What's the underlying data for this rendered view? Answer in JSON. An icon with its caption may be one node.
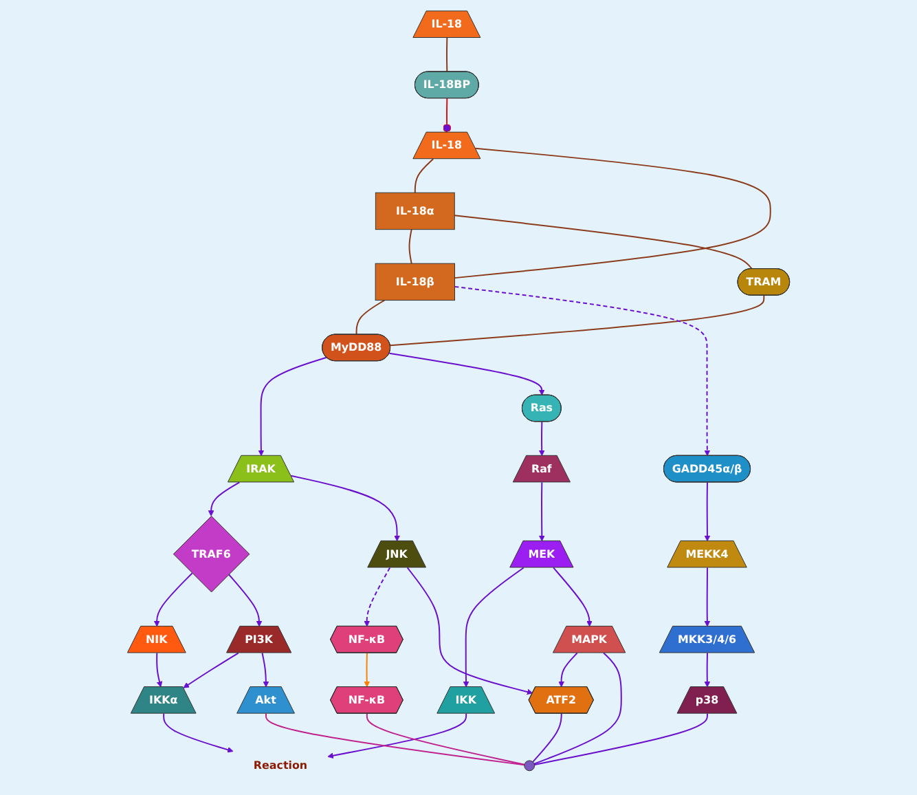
{
  "diagram": {
    "nodes": [
      {
        "text": [
          "IL-18"
        ]
      },
      {
        "text": [
          "IL-18"
        ]
      },
      {
        "text": [
          "IL-18BP"
        ]
      },
      {
        "text": [
          "IL-18α"
        ]
      },
      {
        "text": [
          "IL-18β"
        ]
      },
      {
        "text": [
          "TRAM"
        ]
      },
      {
        "text": [
          "MyDD88"
        ]
      },
      {
        "text": [
          "IRAK"
        ]
      },
      {
        "text": [
          "GADD45α/β"
        ]
      },
      {
        "text": [
          "TRAF6"
        ]
      },
      {
        "text": [
          "Ras"
        ]
      },
      {
        "text": [
          "NIK"
        ]
      },
      {
        "text": [
          "JNK"
        ]
      },
      {
        "text": [
          "Raf"
        ]
      },
      {
        "text": [
          "MEKK4"
        ]
      },
      {
        "text": [
          "PI3K"
        ]
      },
      {
        "text": [
          "IKKα"
        ]
      },
      {
        "text": [
          "NF-κB"
        ]
      },
      {
        "text": [
          "IKK"
        ]
      },
      {
        "text": [
          "MEK"
        ]
      },
      {
        "text": [
          "MKK3/4/6"
        ]
      },
      {
        "text": [
          "Reaction"
        ]
      },
      {
        "text": [
          "Akt"
        ]
      },
      {
        "text": [
          "NF-κB"
        ]
      },
      {
        "text": [
          "MAPK"
        ]
      },
      {
        "text": [
          "p38"
        ]
      },
      {
        "text": [
          "ATF2"
        ]
      },
      {
        "text": [],
        "shape": "circle"
      }
    ],
    "edges": [
      {
        "from": 2,
        "to": 0,
        "arrow": "other",
        "color": "#dd1111"
      },
      {
        "from": 1,
        "to": 2,
        "arrow": "none",
        "color": "#8b3a1a"
      },
      {
        "from": 0,
        "to": 3,
        "arrow": "none",
        "color": "#8b3a1a"
      },
      {
        "from": 0,
        "to": 4,
        "arrow": "none",
        "color": "#8b3a1a"
      },
      {
        "from": 3,
        "to": 4,
        "arrow": "none",
        "color": "#8b3a1a"
      },
      {
        "from": 3,
        "to": 5,
        "arrow": "none",
        "color": "#8b3a1a"
      },
      {
        "from": 4,
        "to": 6,
        "arrow": "none",
        "color": "#8b3a1a"
      },
      {
        "from": 5,
        "to": 6,
        "arrow": "none",
        "color": "#8b3a1a"
      },
      {
        "from": 6,
        "to": 7,
        "arrow": "to"
      },
      {
        "from": 4,
        "to": 8,
        "arrow": "to",
        "style": "dashed"
      },
      {
        "from": 6,
        "to": 10,
        "arrow": "to"
      },
      {
        "from": 7,
        "to": 9,
        "arrow": "to"
      },
      {
        "from": 7,
        "to": 12,
        "arrow": "to"
      },
      {
        "from": 9,
        "to": 11,
        "arrow": "to"
      },
      {
        "from": 9,
        "to": 15,
        "arrow": "to"
      },
      {
        "from": 8,
        "to": 14,
        "arrow": "to"
      },
      {
        "from": 10,
        "to": 13,
        "arrow": "to"
      },
      {
        "from": 11,
        "to": 16,
        "arrow": "to"
      },
      {
        "from": 12,
        "to": 17,
        "arrow": "to",
        "style": "dashed"
      },
      {
        "from": 12,
        "to": 26,
        "arrow": "to"
      },
      {
        "from": 13,
        "to": 19,
        "arrow": "to"
      },
      {
        "from": 14,
        "to": 20,
        "arrow": "to"
      },
      {
        "from": 15,
        "to": 16,
        "arrow": "to"
      },
      {
        "from": 15,
        "to": 22,
        "arrow": "to"
      },
      {
        "from": 16,
        "to": 21,
        "arrow": "to"
      },
      {
        "from": 18,
        "to": 21,
        "arrow": "to"
      },
      {
        "from": 17,
        "to": 23,
        "arrow": "to",
        "color": "#ff7f00"
      },
      {
        "from": 19,
        "to": 18,
        "arrow": "to"
      },
      {
        "from": 19,
        "to": 24,
        "arrow": "to"
      },
      {
        "from": 20,
        "to": 25,
        "arrow": "to"
      },
      {
        "from": 24,
        "to": 26,
        "arrow": "to"
      },
      {
        "from": 22,
        "to": 27,
        "arrow": "none",
        "color": "#c0208f"
      },
      {
        "from": 23,
        "to": 27,
        "arrow": "none",
        "color": "#c0208f"
      },
      {
        "from": 24,
        "to": 27,
        "arrow": "none"
      },
      {
        "from": 25,
        "to": 27,
        "arrow": "none"
      },
      {
        "from": 26,
        "to": 27,
        "arrow": "none"
      }
    ]
  }
}
